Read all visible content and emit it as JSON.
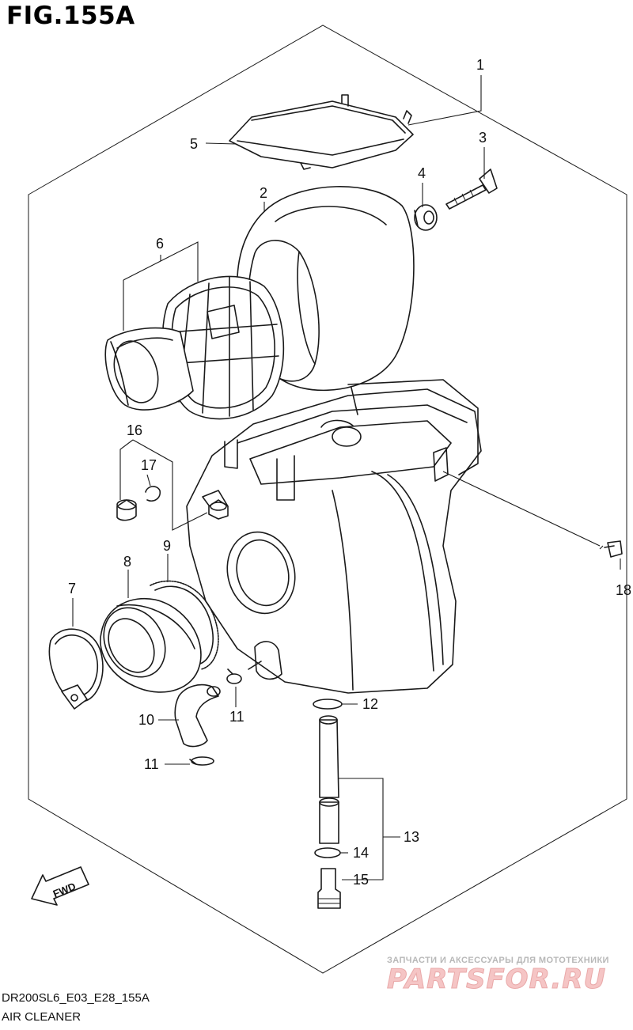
{
  "figure": {
    "title": "FIG.155A",
    "code": "DR200SL6_E03_E28_155A",
    "caption": "AIR CLEANER"
  },
  "callouts": [
    "1",
    "2",
    "3",
    "4",
    "5",
    "6",
    "7",
    "8",
    "9",
    "10",
    "11",
    "11",
    "11",
    "12",
    "13",
    "14",
    "15",
    "16",
    "17",
    "18"
  ],
  "direction_label": "FWD",
  "watermark": {
    "tagline": "ЗАПЧАСТИ И АКСЕССУАРЫ ДЛЯ МОТОТЕХНИКИ",
    "logo": "PARTSFOR.RU"
  },
  "colors": {
    "line": "#1a1a1a",
    "watermark_logo": "#f5c5c5",
    "watermark_text": "#b8b8b8"
  }
}
